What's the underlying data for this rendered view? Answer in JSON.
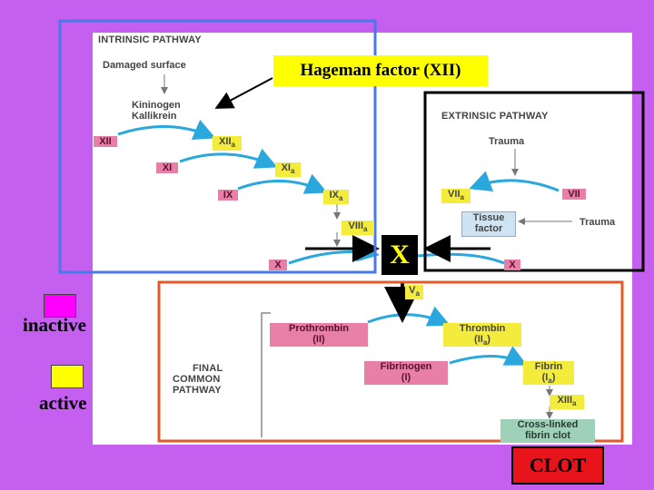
{
  "intrinsic": {
    "title": "INTRINSIC PATHWAY",
    "damaged_surface": "Damaged surface",
    "kininogen": "Kininogen",
    "kallikrein": "Kallikrein",
    "xii": "XII",
    "xiia": "XII",
    "xi": "XI",
    "xia": "XI",
    "ix": "IX",
    "ixa": "IX",
    "viiia": "VIII",
    "x": "X",
    "sub_a": "a"
  },
  "hageman": {
    "label": "Hageman factor (XII)"
  },
  "extrinsic": {
    "title": "EXTRINSIC PATHWAY",
    "trauma_top": "Trauma",
    "viia": "VII",
    "vii": "VII",
    "tissue_factor_1": "Tissue",
    "tissue_factor_2": "factor",
    "trauma_right": "Trauma",
    "x": "X"
  },
  "center": {
    "x_label": "X",
    "va": "V"
  },
  "final": {
    "title_1": "FINAL",
    "title_2": "COMMON",
    "title_3": "PATHWAY",
    "prothrombin_1": "Prothrombin",
    "prothrombin_2": "(II)",
    "thrombin_1": "Thrombin",
    "thrombin_2": "(II",
    "fibrinogen_1": "Fibrinogen",
    "fibrinogen_2": "(I)",
    "fibrin_1": "Fibrin",
    "fibrin_2": "(I",
    "xiiia": "XIII",
    "crosslinked_1": "Cross-linked",
    "crosslinked_2": "fibrin clot"
  },
  "legend": {
    "inactive": "inactive",
    "active": "active",
    "inactive_color": "#ff00ff",
    "active_color": "#ffff00"
  },
  "clot": {
    "label": "CLOT"
  }
}
